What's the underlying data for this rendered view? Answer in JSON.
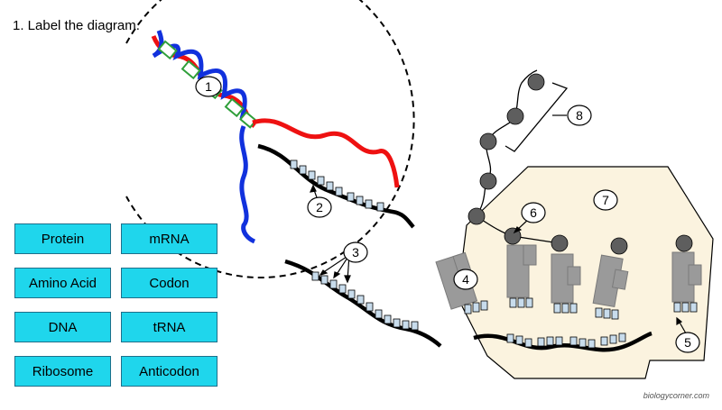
{
  "instruction": "1.  Label the diagram.",
  "terms": [
    "Protein",
    "mRNA",
    "Amino Acid",
    "Codon",
    "DNA",
    "tRNA",
    "Ribosome",
    "Anticodon"
  ],
  "callouts": [
    "1",
    "2",
    "3",
    "4",
    "5",
    "6",
    "7",
    "8"
  ],
  "credit": "biologycorner.com",
  "colors": {
    "card": "#1fd6ec",
    "ribosome": "#fbf3df",
    "trna": "#9a9a9a",
    "base": "#c8dcec",
    "amino_acid": "#5e5e5e",
    "dna_red": "#ee1111",
    "dna_blue": "#1131dd",
    "dna_green": "#2f9f3a"
  }
}
